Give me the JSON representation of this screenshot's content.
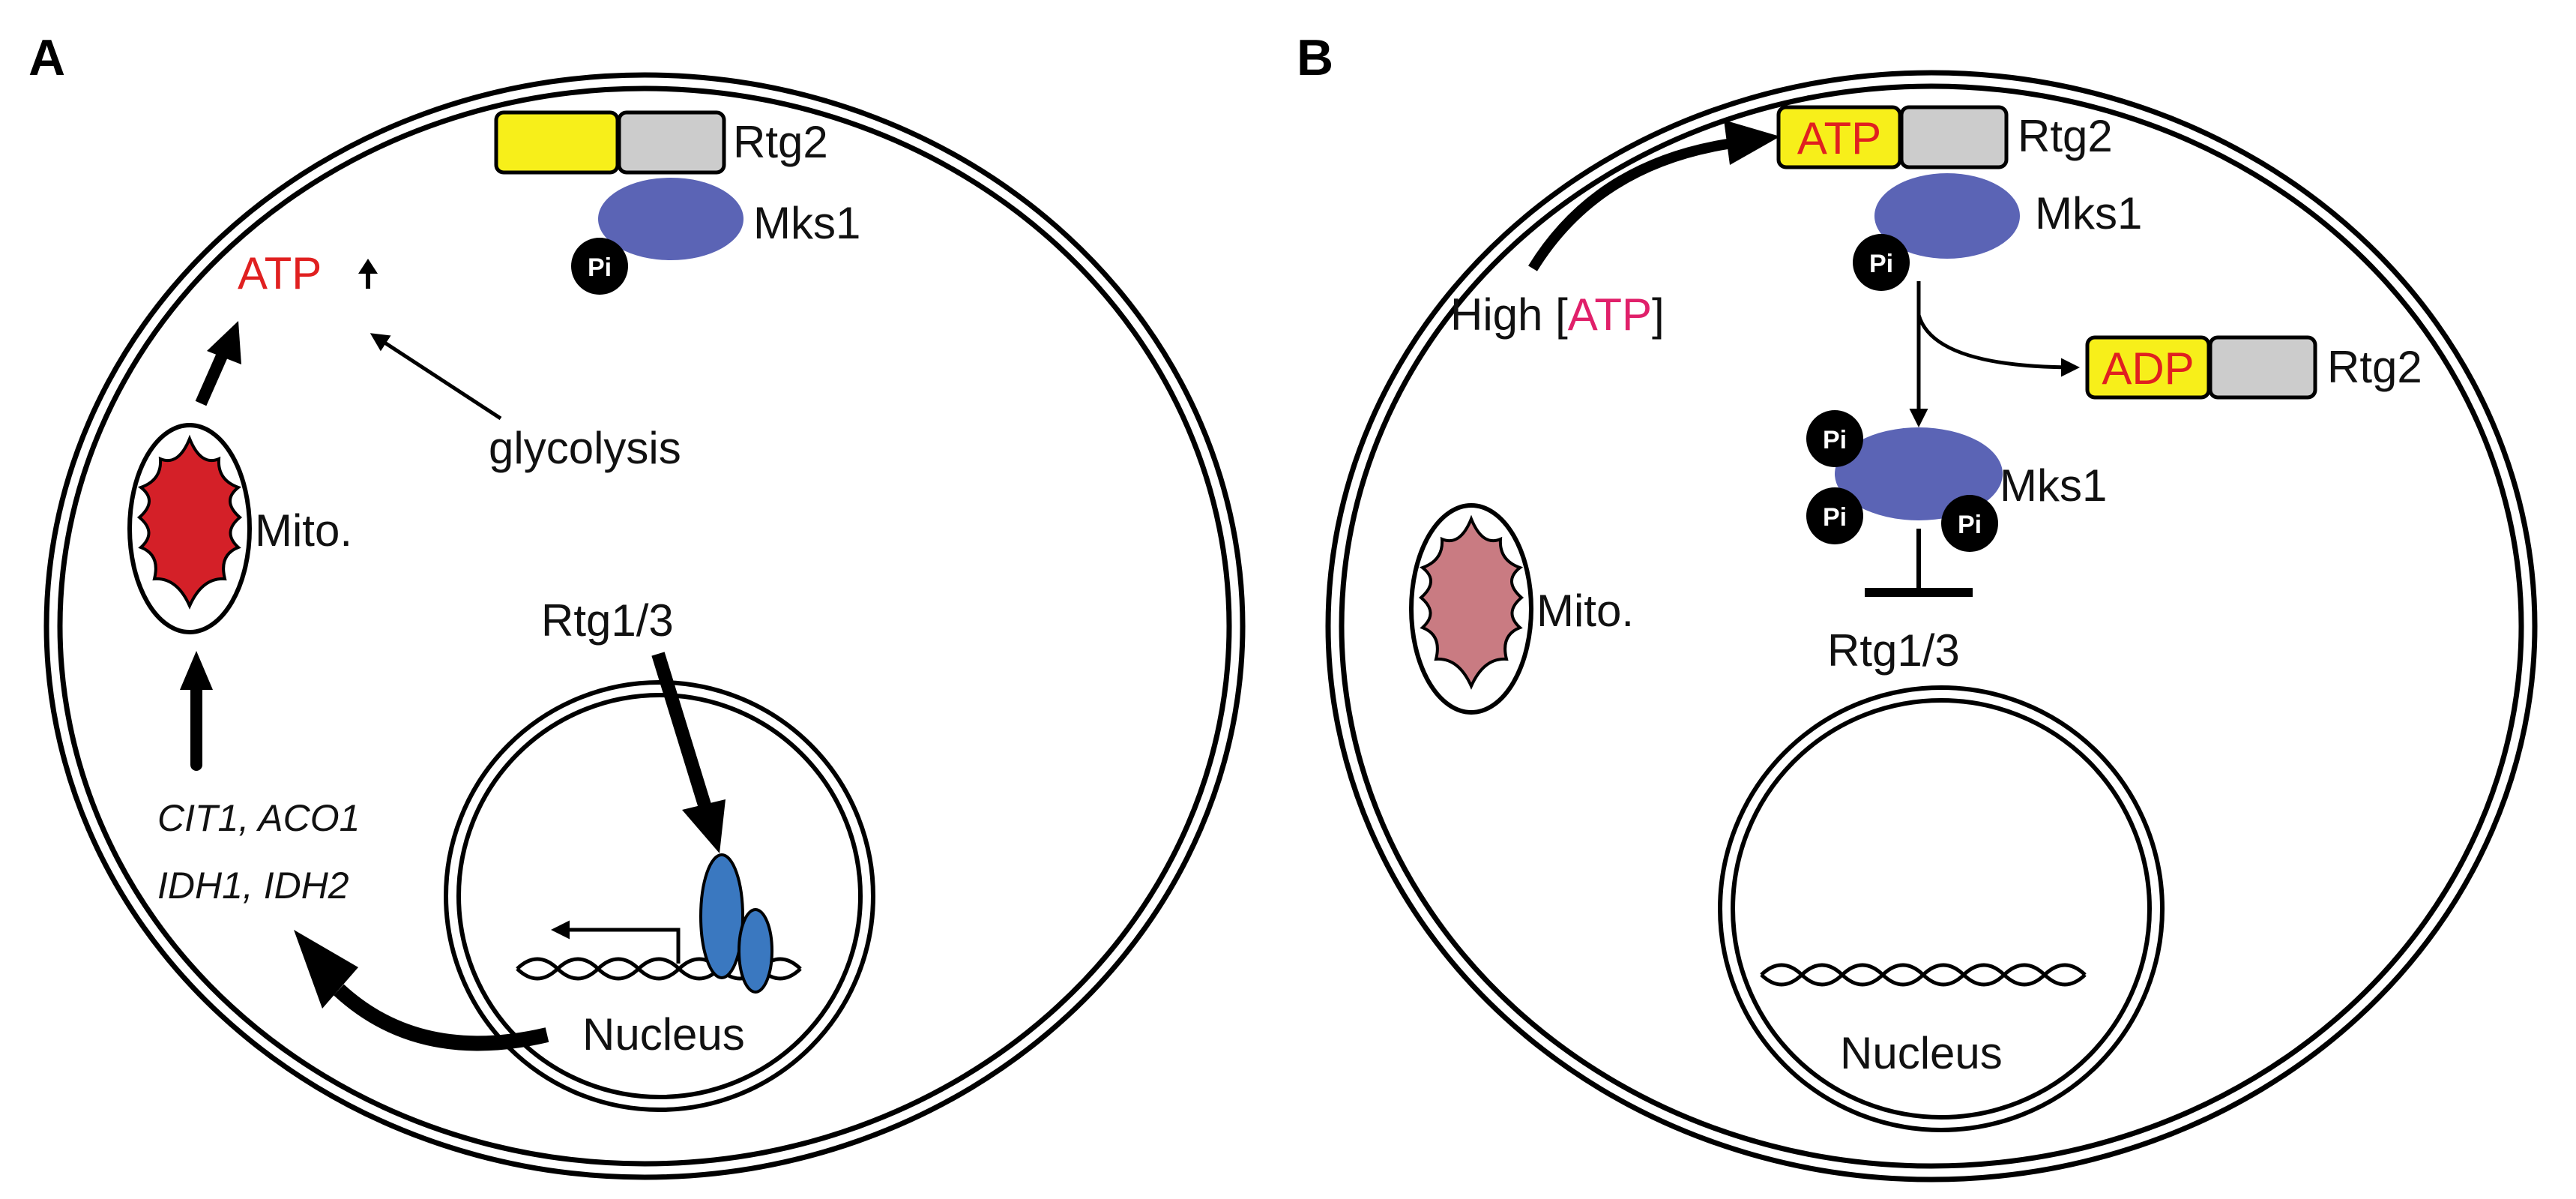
{
  "panels": {
    "a": {
      "letter": "A",
      "atp": "ATP",
      "rtg2": "Rtg2",
      "mks1": "Mks1",
      "pi": "Pi",
      "glycolysis": "glycolysis",
      "mito": "Mito.",
      "rtg13": "Rtg1/3",
      "genes_line1": "CIT1, ACO1",
      "genes_line2": "IDH1, IDH2",
      "nucleus": "Nucleus"
    },
    "b": {
      "letter": "B",
      "atp_box": "ATP",
      "rtg2_top": "Rtg2",
      "mks1_top": "Mks1",
      "pi": "Pi",
      "high_prefix": "High [",
      "high_atp": "ATP",
      "high_suffix": "]",
      "adp_box": "ADP",
      "rtg2_right": "Rtg2",
      "mks1_lower": "Mks1",
      "mito": "Mito.",
      "rtg13": "Rtg1/3",
      "nucleus": "Nucleus"
    }
  },
  "colors": {
    "atp_red": "#e02020",
    "atp_pink": "#e0206a",
    "yellow_box": "#f7ef1a",
    "gray_box": "#cccccc",
    "mks1_blue": "#5b64b5",
    "rtg13_blue": "#3a78c0",
    "mito_red": "#d42028",
    "mito_pale": "#c97b82"
  }
}
